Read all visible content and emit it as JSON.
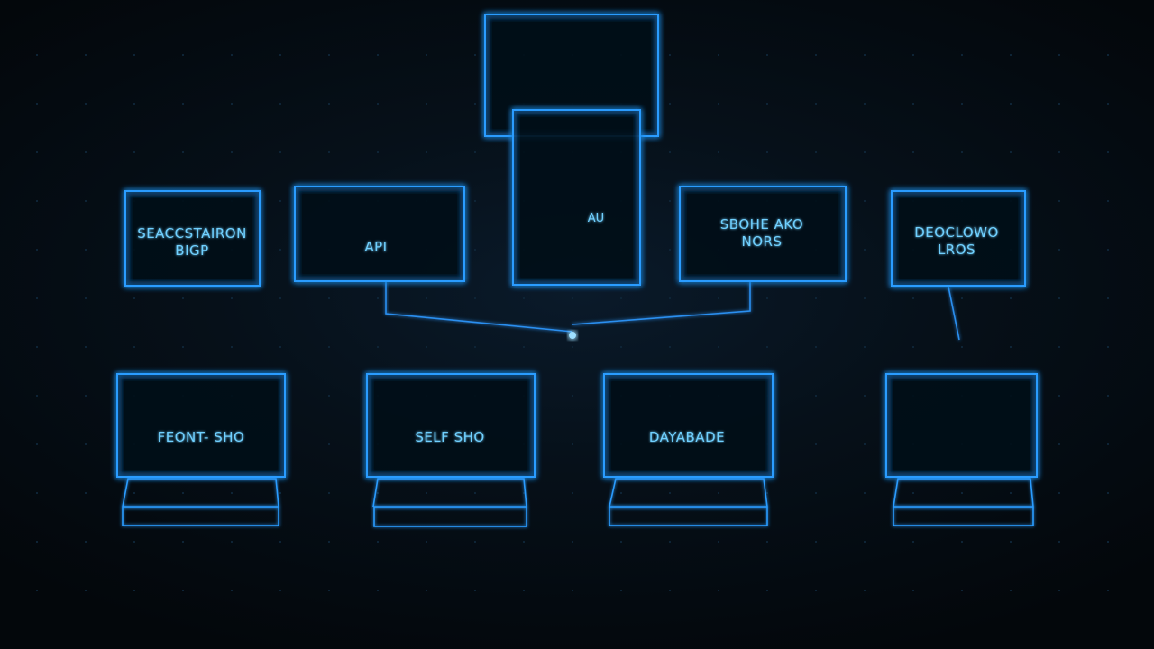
{
  "colors": {
    "background": "#05080d",
    "line": "#2a9cff",
    "text": "#6fd0ff"
  },
  "nodes": {
    "top": {
      "label": ""
    },
    "center": {
      "label": "AU"
    },
    "left_upper": {
      "line1": "SEACCSTAIRON",
      "line2": "BIGP"
    },
    "api": {
      "label": "API"
    },
    "right_upper": {
      "line1": "SBOHE AKO",
      "line2": "NORS"
    },
    "far_right_upper": {
      "line1": "DEOCLOWO",
      "line2": "LROS"
    },
    "front": {
      "label": "FEONT- SHO"
    },
    "self": {
      "label": "SELF SHO"
    },
    "database": {
      "label": "DAYABADE"
    },
    "blank": {
      "label": ""
    }
  }
}
